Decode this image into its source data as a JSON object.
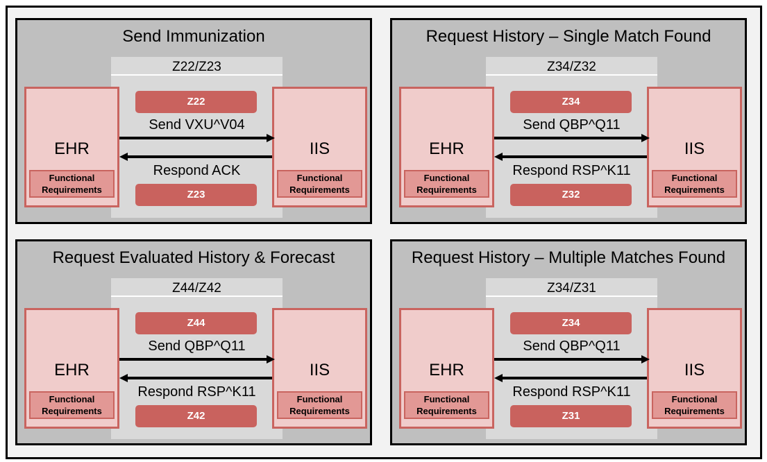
{
  "panels": [
    {
      "title": "Send Immunization",
      "codes": "Z22/Z23",
      "left_system": "EHR",
      "right_system": "IIS",
      "functional_requirements": "Functional\nRequirements",
      "top_segment": "Z22",
      "send_message": "Send VXU^V04",
      "respond_message": "Respond ACK",
      "bottom_segment": "Z23"
    },
    {
      "title": "Request History – Single Match Found",
      "codes": "Z34/Z32",
      "left_system": "EHR",
      "right_system": "IIS",
      "functional_requirements": "Functional\nRequirements",
      "top_segment": "Z34",
      "send_message": "Send QBP^Q11",
      "respond_message": "Respond RSP^K11",
      "bottom_segment": "Z32"
    },
    {
      "title": "Request Evaluated History & Forecast",
      "codes": "Z44/Z42",
      "left_system": "EHR",
      "right_system": "IIS",
      "functional_requirements": "Functional\nRequirements",
      "top_segment": "Z44",
      "send_message": "Send QBP^Q11",
      "respond_message": "Respond RSP^K11",
      "bottom_segment": "Z42"
    },
    {
      "title": "Request History – Multiple Matches Found",
      "codes": "Z34/Z31",
      "left_system": "EHR",
      "right_system": "IIS",
      "functional_requirements": "Functional\nRequirements",
      "top_segment": "Z34",
      "send_message": "Send QBP^Q11",
      "respond_message": "Respond RSP^K11",
      "bottom_segment": "Z31"
    }
  ],
  "colors": {
    "panel_background": "#bfbfbf",
    "system_fill": "#f0cccb",
    "system_border": "#c9645f",
    "requirements_fill": "#e29895",
    "segment_fill": "#c9625e",
    "segment_text": "#ffffff"
  }
}
